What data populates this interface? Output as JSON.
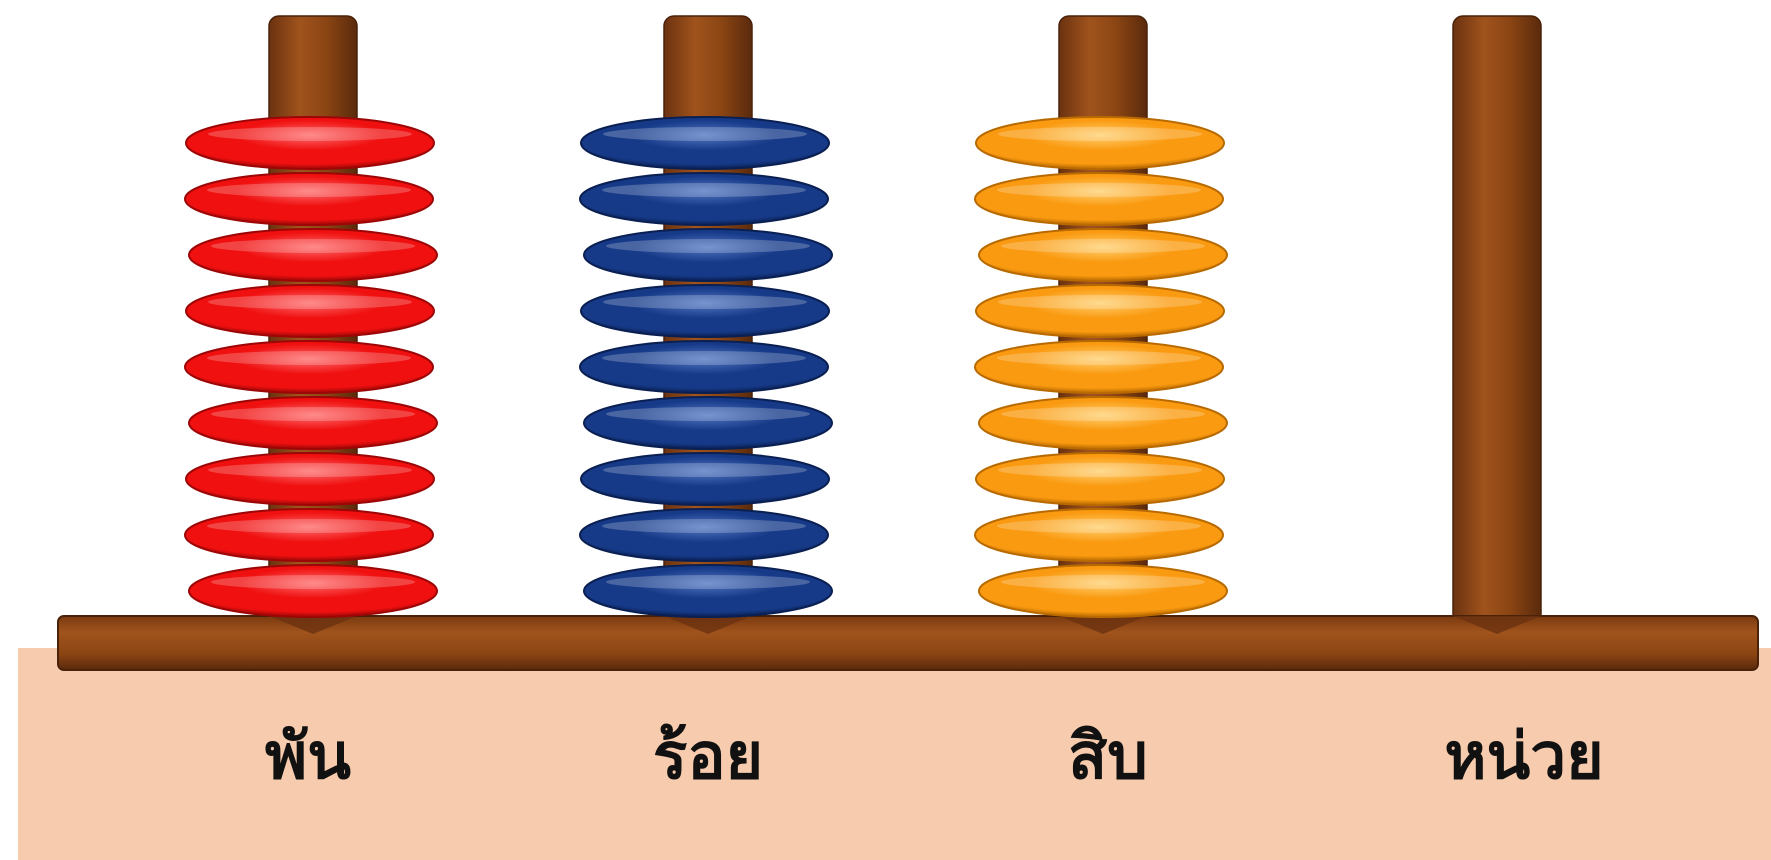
{
  "abacus": {
    "columns": [
      {
        "label": "พัน",
        "beads": 9,
        "color": "#f01010",
        "highlight": "#ff6a6a",
        "shade": "#9c0606"
      },
      {
        "label": "ร้อย",
        "beads": 9,
        "color": "#163a88",
        "highlight": "#5276c2",
        "shade": "#0a1f52"
      },
      {
        "label": "สิบ",
        "beads": 9,
        "color": "#fa9a10",
        "highlight": "#ffd070",
        "shade": "#b86a00"
      },
      {
        "label": "หน่วย",
        "beads": 0,
        "color": "#f01010",
        "highlight": "#ff6a6a",
        "shade": "#9c0606"
      }
    ],
    "rod_color": "#8b4513",
    "base_color": "#8b4513",
    "ground_color": "#f7cbad"
  }
}
